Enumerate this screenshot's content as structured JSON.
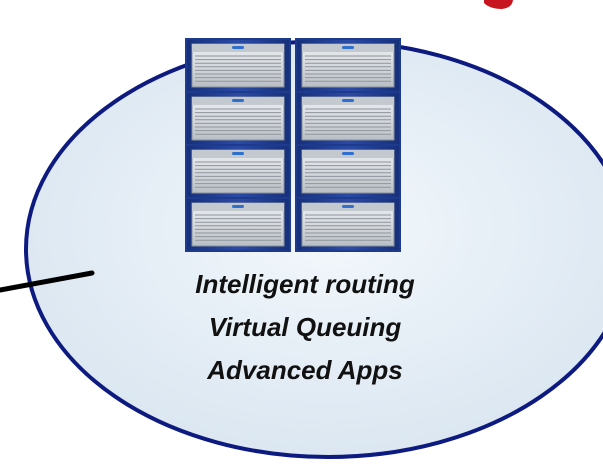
{
  "diagram": {
    "caption": {
      "line1": "Intelligent routing",
      "line2": "Virtual Queuing",
      "line3": "Advanced Apps"
    },
    "server_rack": {
      "icon": "server-rack-icon",
      "columns": 2,
      "units_per_column": 4
    },
    "colors": {
      "ellipse_fill_center": "#f3f8fc",
      "ellipse_fill_edge": "#d9e5f0",
      "ellipse_stroke": "#0d1a80",
      "server_frame": "#1e3a8c",
      "server_face": "#d6d9dd",
      "cut_off_heading": "#c8141e",
      "connector_line": "#000000"
    }
  }
}
